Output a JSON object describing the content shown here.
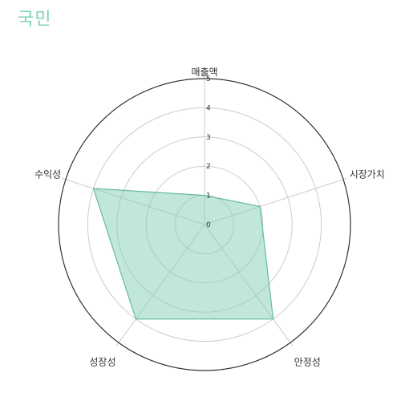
{
  "title": "국민",
  "colors": {
    "title": "#7fd1b9",
    "fill": "#84cdb6",
    "stroke": "#66bb9e",
    "grid": "#cccccc",
    "outer": "#333333"
  },
  "chart_data": {
    "type": "radar",
    "categories": [
      "매출액",
      "시장가치",
      "안정성",
      "성장성",
      "수익성"
    ],
    "ticks": [
      "0",
      "1",
      "2",
      "3",
      "4",
      "5"
    ],
    "rlim": [
      0,
      5
    ],
    "series": [
      {
        "values": [
          1,
          2,
          4,
          4,
          4
        ]
      }
    ],
    "grid": true
  }
}
